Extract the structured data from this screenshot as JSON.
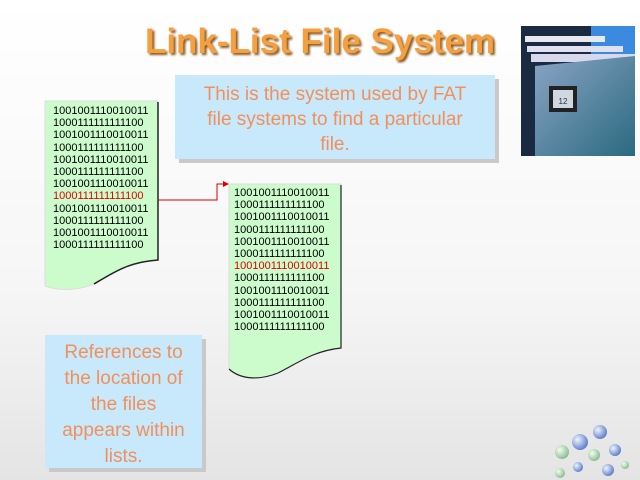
{
  "slide": {
    "title": "Link-List File System",
    "callout_top": [
      "This is the system used by FAT",
      "file systems to find a particular",
      "file."
    ],
    "callout_bottom": [
      "References to",
      "the location of",
      "the files",
      "appears within",
      "lists."
    ]
  },
  "list_left": {
    "lines": [
      "1001001110010011",
      "1000111111111100",
      "1001001110010011",
      "1000111111111100",
      "1001001110010011",
      "1000111111111100",
      "1001001110010011",
      "1000111111111100",
      "1001001110010011",
      "1000111111111100",
      "1001001110010011",
      "1000111111111100"
    ],
    "highlighted_index": 7
  },
  "list_right": {
    "lines": [
      "1001001110010011",
      "1000111111111100",
      "1001001110010011",
      "1000111111111100",
      "1001001110010011",
      "1000111111111100",
      "1001001110010011",
      "1000111111111100",
      "1001001110010011",
      "1000111111111100",
      "1001001110010011",
      "1000111111111100"
    ],
    "highlighted_index": 6
  },
  "colors": {
    "title": "#f5a040",
    "callout_bg": "#c8e8fc",
    "callout_text": "#f2905a",
    "doc_fill": "#ccfccc",
    "pointer": "#e00000"
  }
}
